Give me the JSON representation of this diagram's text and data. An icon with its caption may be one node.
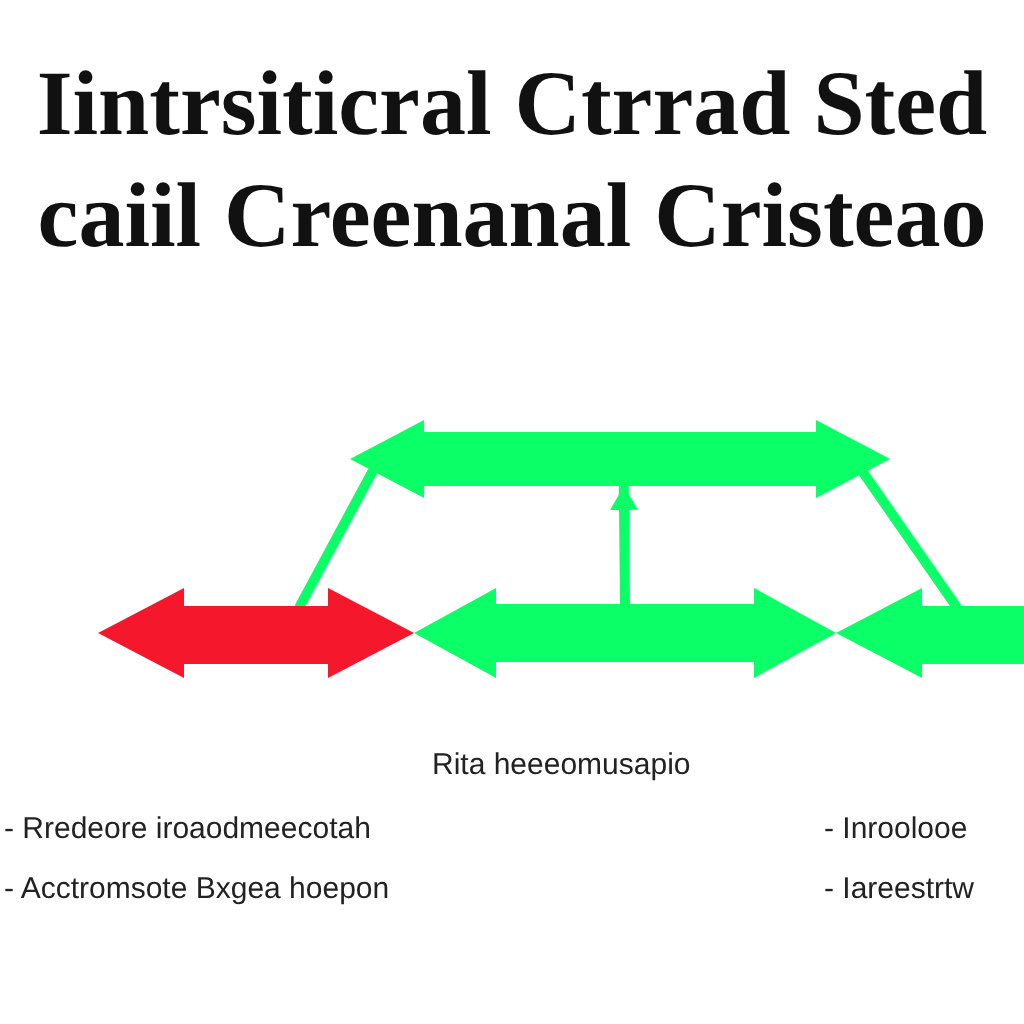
{
  "diagram": {
    "title": "Iintrsiticral Ctrrad Sted caiil Creenanal Cristeao",
    "nodes": [
      {
        "text": [],
        "shape": "arrow"
      },
      {
        "text": [],
        "shape": "arrow"
      },
      {
        "text": [],
        "shape": "arrow"
      }
    ],
    "edges": [
      {
        "from": 0,
        "to": 1,
        "arrow": "none"
      },
      {
        "from": 1,
        "to": 2,
        "arrow": "both",
        "style": "thick"
      },
      {
        "from": null,
        "to": 0,
        "arrow": "to"
      },
      {
        "from": 0,
        "to": 2,
        "arrow": "none"
      }
    ],
    "labels": [
      "Rita heeeomusapio",
      "- Rredeore iroaodmeecotah",
      "- Inroolooe",
      "- Acctromsote Bxgea hoepon",
      "- Iareestrtw"
    ]
  }
}
